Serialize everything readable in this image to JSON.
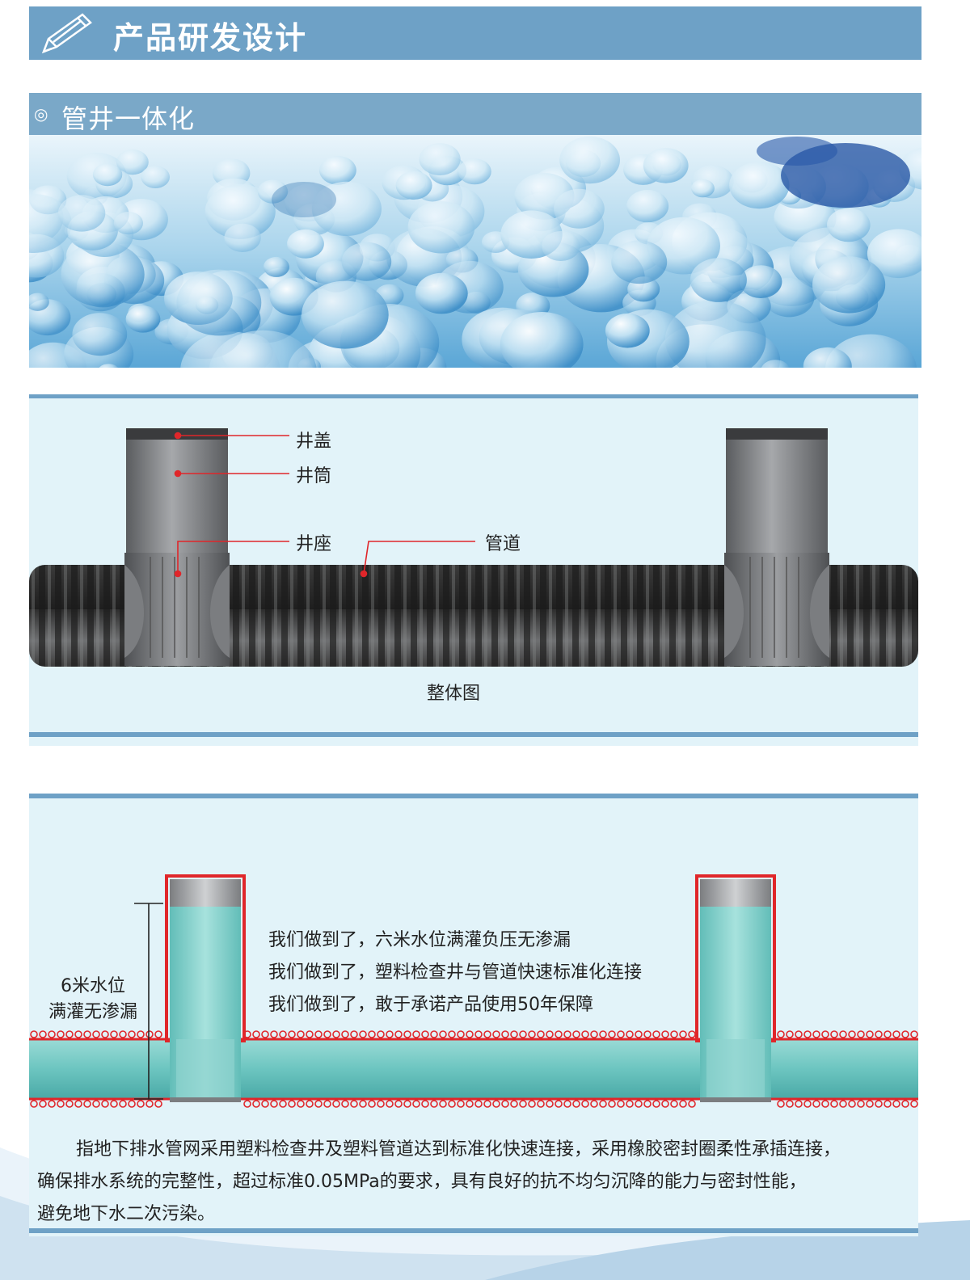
{
  "header": {
    "title": "产品研发设计",
    "icon": "pencil-icon"
  },
  "section": {
    "bullet": "◎",
    "title": "管井一体化"
  },
  "diagram1": {
    "labels": {
      "cover": "井盖",
      "shaft": "井筒",
      "base": "井座",
      "pipe": "管道"
    },
    "caption": "整体图"
  },
  "diagram2": {
    "water_note": [
      "6米水位",
      "满灌无渗漏"
    ],
    "claims": [
      "我们做到了，六米水位满灌负压无渗漏",
      "我们做到了，塑料检查井与管道快速标准化连接",
      "我们做到了，敢于承诺产品使用50年保障"
    ]
  },
  "description": [
    "指地下排水管网采用塑料检查井及塑料管道达到标准化快速连接，采用橡胶密封圈柔性承插连接，",
    "确保排水系统的完整性，超过标准0.05MPa的要求，具有良好的抗不均匀沉降的能力与密封性能，",
    "避免地下水二次污染。"
  ],
  "colors": {
    "bar": "#6ea1c6",
    "panel": "#e2f3f9",
    "pipe_dark": "#3a3a3a",
    "water": "#7fcfca",
    "accent_red": "#e0262a"
  }
}
